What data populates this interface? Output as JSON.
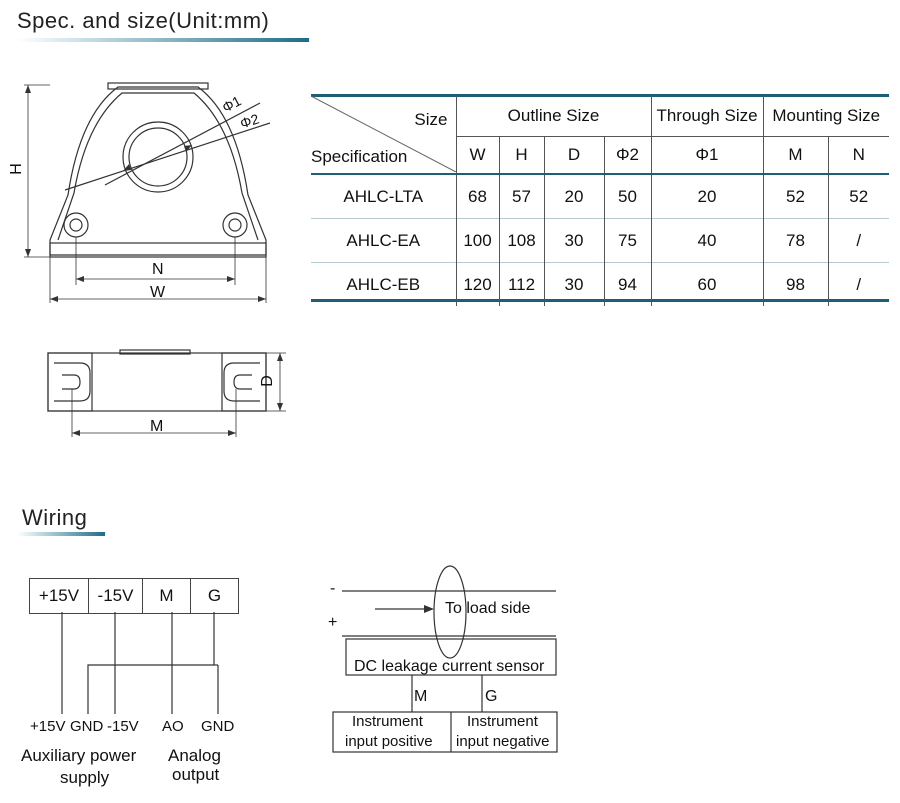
{
  "spec_section": {
    "title": "Spec. and size(Unit:mm)"
  },
  "wiring_section": {
    "title": "Wiring"
  },
  "drawing": {
    "label_h": "H",
    "label_w": "W",
    "label_n": "N",
    "label_m": "M",
    "label_d": "D",
    "label_phi1": "Φ1",
    "label_phi2": "Φ2"
  },
  "spec_table": {
    "header_size": "Size",
    "header_specification": "Specification",
    "groups": [
      "Outline Size",
      "Through Size",
      "Mounting Size"
    ],
    "columns": [
      "W",
      "H",
      "D",
      "Φ2",
      "Φ1",
      "M",
      "N"
    ],
    "rows": [
      {
        "model": "AHLC-LTA",
        "values": [
          "68",
          "57",
          "20",
          "50",
          "20",
          "52",
          "52"
        ]
      },
      {
        "model": "AHLC-EA",
        "values": [
          "100",
          "108",
          "30",
          "75",
          "40",
          "78",
          "/"
        ]
      },
      {
        "model": "AHLC-EB",
        "values": [
          "120",
          "112",
          "30",
          "94",
          "60",
          "98",
          "/"
        ]
      }
    ]
  },
  "terminals": {
    "boxes": [
      "+15V",
      "-15V",
      "M",
      "G"
    ],
    "pins": [
      "+15V",
      "GND",
      "-15V",
      "AO",
      "GND"
    ],
    "aux_label_line1": "Auxiliary power",
    "aux_label_line2": "supply",
    "analog_label_line1": "Analog",
    "analog_label_line2": "output"
  },
  "connection": {
    "minus": "-",
    "plus": "+",
    "to_load": "To load side",
    "sensor": "DC leakage current sensor",
    "m": "M",
    "g": "G",
    "instr_pos_line1": "Instrument",
    "instr_pos_line2": "input positive",
    "instr_neg_line1": "Instrument",
    "instr_neg_line2": "input negative"
  }
}
